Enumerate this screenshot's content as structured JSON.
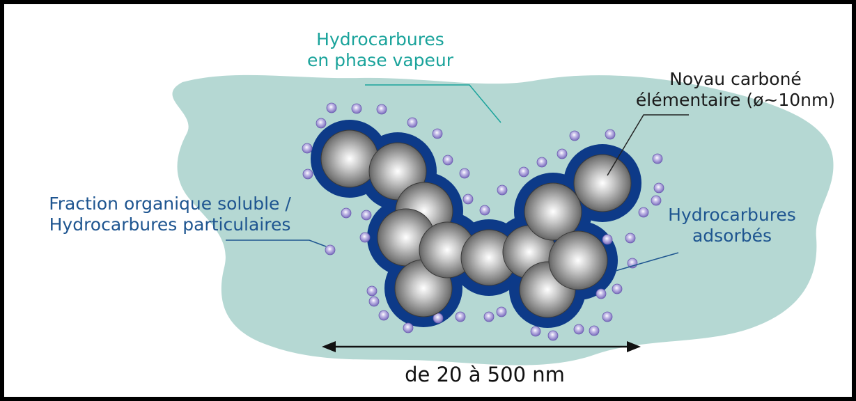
{
  "labels": {
    "vapour": [
      "Hydrocarbures",
      "en phase vapeur"
    ],
    "core": [
      "Noyau carboné",
      "élémentaire (ø~10nm)"
    ],
    "organic": [
      "Fraction organique soluble /",
      "Hydrocarbures particulaires"
    ],
    "adsorbed": [
      "Hydrocarbures",
      "adsorbés"
    ],
    "size_range": "de 20 à 500 nm"
  },
  "colors": {
    "cloud": "#b5d8d3",
    "coating": "#0d3a88",
    "vapour_text": "#1aa39b",
    "organic_text": "#1e5590",
    "droplet": "#8c7fc6",
    "core_light": "#ffffff",
    "core_dark": "#4a4a4a"
  }
}
